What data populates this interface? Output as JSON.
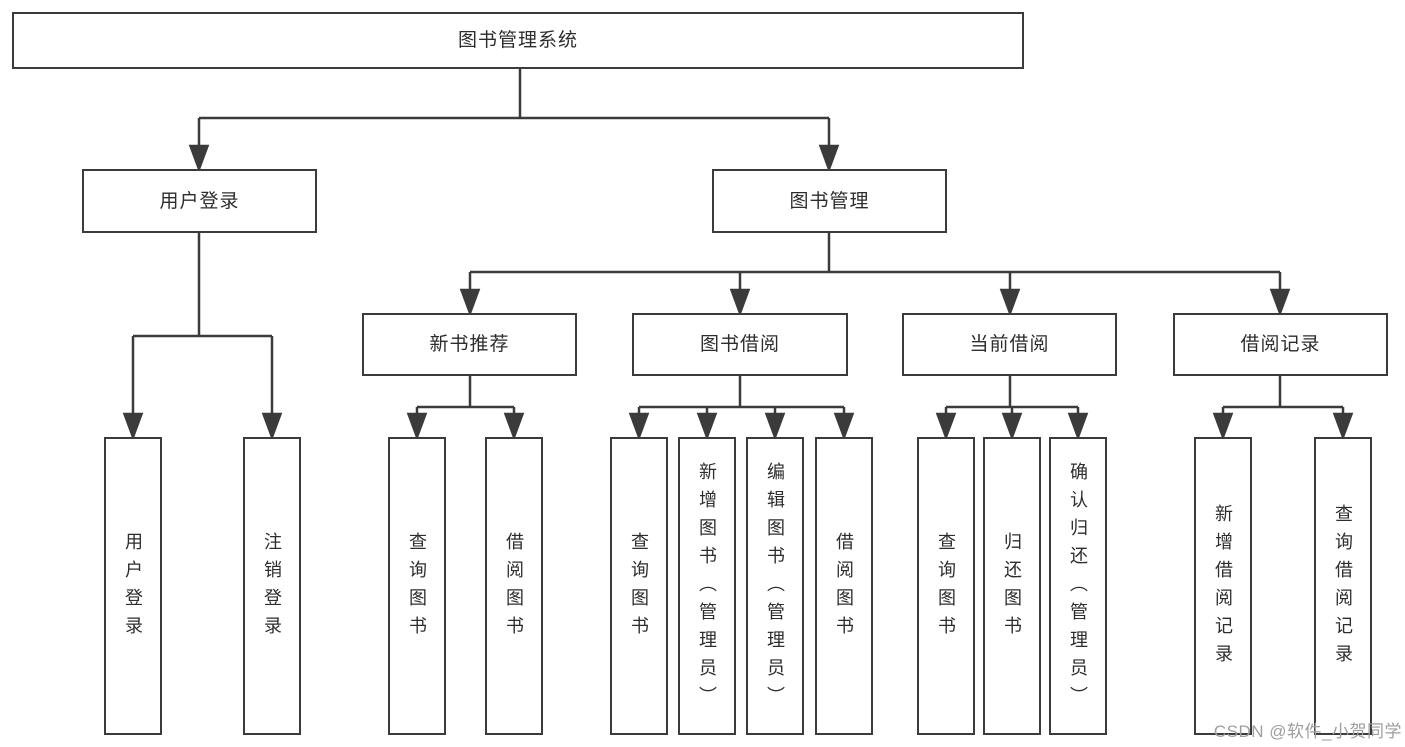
{
  "style": {
    "line_color": "#3b3b3b",
    "text_color": "#2d2d2d",
    "watermark_color": "#9e9e9e",
    "background": "#ffffff"
  },
  "watermark": {
    "text": "CSDN @软件_小贺同学"
  },
  "tree": {
    "label": "图书管理系统",
    "children": [
      {
        "label": "用户登录",
        "children": [
          {
            "label": "用户登录"
          },
          {
            "label": "注销登录"
          }
        ]
      },
      {
        "label": "图书管理",
        "children": [
          {
            "label": "新书推荐",
            "children": [
              {
                "label": "查询图书"
              },
              {
                "label": "借阅图书"
              }
            ]
          },
          {
            "label": "图书借阅",
            "children": [
              {
                "label": "查询图书"
              },
              {
                "label": "新增图书（管理员）"
              },
              {
                "label": "编辑图书（管理员）"
              },
              {
                "label": "借阅图书"
              }
            ]
          },
          {
            "label": "当前借阅",
            "children": [
              {
                "label": "查询图书"
              },
              {
                "label": "归还图书"
              },
              {
                "label": "确认归还（管理员）"
              }
            ]
          },
          {
            "label": "借阅记录",
            "children": [
              {
                "label": "新增借阅记录"
              },
              {
                "label": "查询借阅记录"
              }
            ]
          }
        ]
      }
    ]
  }
}
